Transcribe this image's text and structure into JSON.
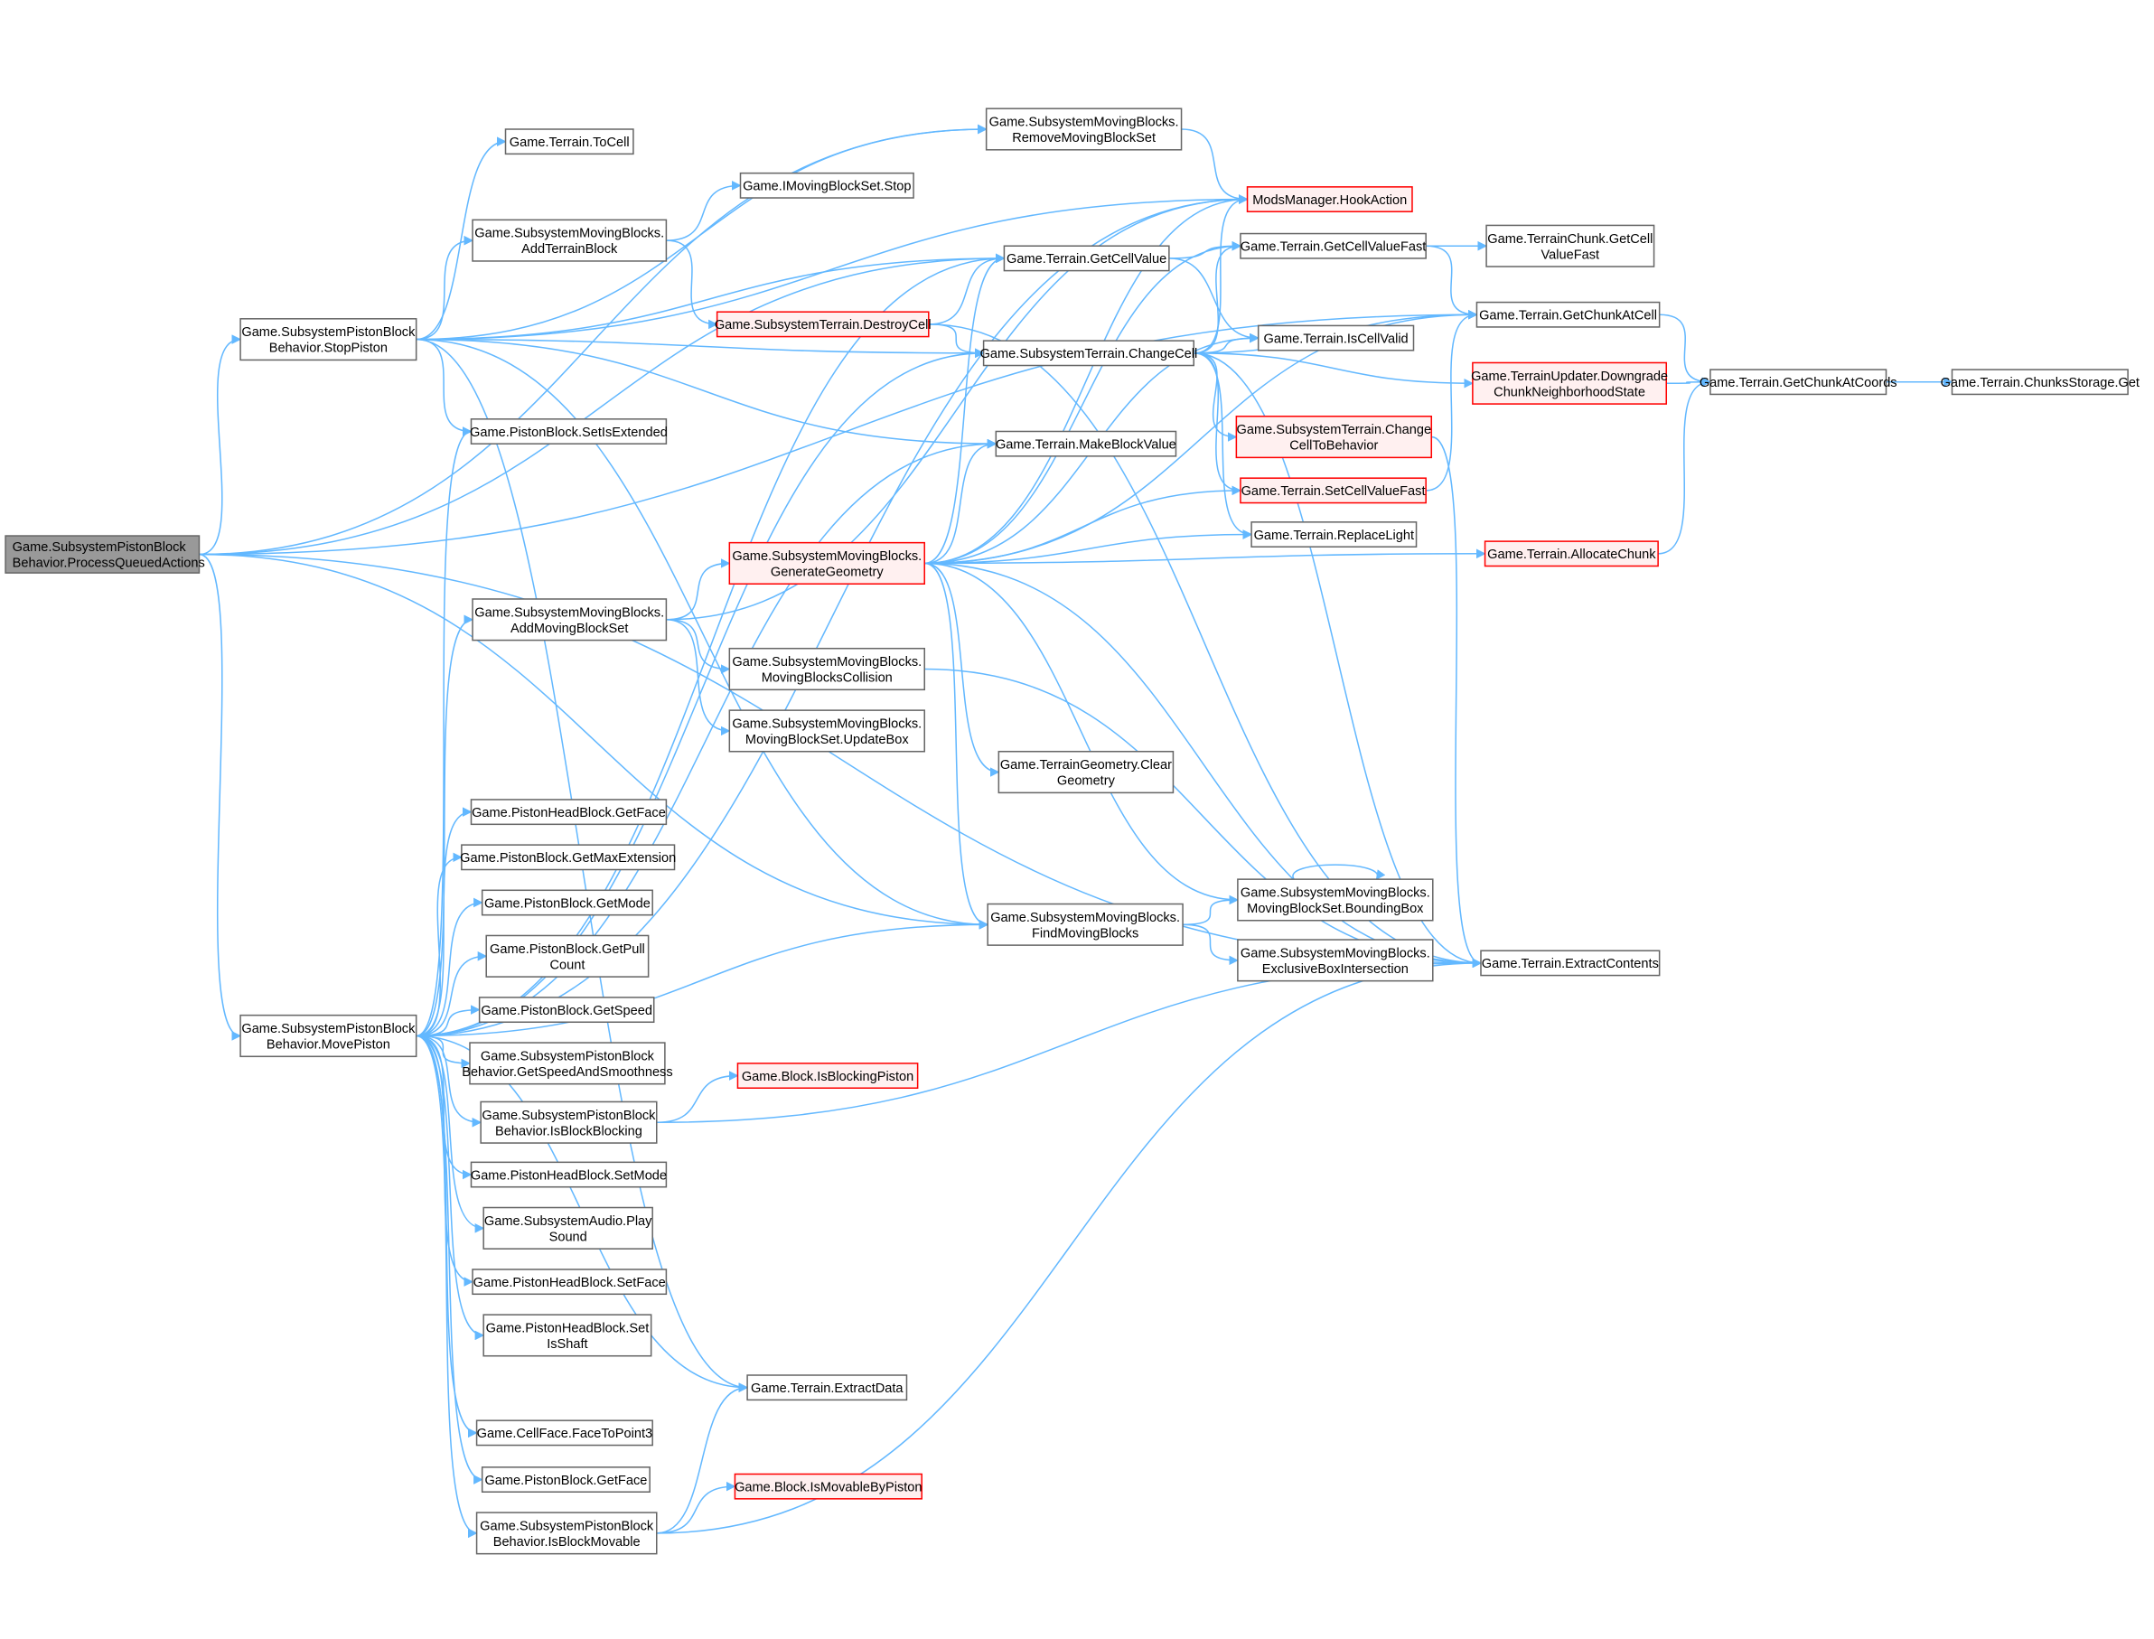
{
  "graph": {
    "title": "Call graph of Game.SubsystemPistonBlockBehavior.ProcessQueuedActions",
    "colors": {
      "edge": "#63b8ff",
      "root_fill": "#999999",
      "root_border": "#666666",
      "node_border": "#666666",
      "red_border": "#ff0000",
      "red_fill": "#fff0f0"
    },
    "nodes": [
      {
        "lines": [
          "Game.SubsystemPistonBlock",
          "Behavior.ProcessQueuedActions"
        ],
        "style": "root"
      },
      {
        "lines": [
          "Game.SubsystemPistonBlock",
          "Behavior.StopPiston"
        ],
        "style": "normal"
      },
      {
        "lines": [
          "Game.SubsystemPistonBlock",
          "Behavior.MovePiston"
        ],
        "style": "normal"
      },
      {
        "lines": [
          "Game.Terrain.ToCell"
        ],
        "style": "normal"
      },
      {
        "lines": [
          "Game.SubsystemMovingBlocks.",
          "AddTerrainBlock"
        ],
        "style": "normal"
      },
      {
        "lines": [
          "Game.PistonBlock.SetIsExtended"
        ],
        "style": "normal"
      },
      {
        "lines": [
          "Game.SubsystemMovingBlocks.",
          "AddMovingBlockSet"
        ],
        "style": "normal"
      },
      {
        "lines": [
          "Game.PistonHeadBlock.GetFace"
        ],
        "style": "normal"
      },
      {
        "lines": [
          "Game.PistonBlock.GetMaxExtension"
        ],
        "style": "normal"
      },
      {
        "lines": [
          "Game.PistonBlock.GetMode"
        ],
        "style": "normal"
      },
      {
        "lines": [
          "Game.PistonBlock.GetPull",
          "Count"
        ],
        "style": "normal"
      },
      {
        "lines": [
          "Game.PistonBlock.GetSpeed"
        ],
        "style": "normal"
      },
      {
        "lines": [
          "Game.SubsystemPistonBlock",
          "Behavior.GetSpeedAndSmoothness"
        ],
        "style": "normal"
      },
      {
        "lines": [
          "Game.SubsystemPistonBlock",
          "Behavior.IsBlockBlocking"
        ],
        "style": "normal"
      },
      {
        "lines": [
          "Game.PistonHeadBlock.SetMode"
        ],
        "style": "normal"
      },
      {
        "lines": [
          "Game.SubsystemAudio.Play",
          "Sound"
        ],
        "style": "normal"
      },
      {
        "lines": [
          "Game.PistonHeadBlock.SetFace"
        ],
        "style": "normal"
      },
      {
        "lines": [
          "Game.PistonHeadBlock.Set",
          "IsShaft"
        ],
        "style": "normal"
      },
      {
        "lines": [
          "Game.Terrain.ExtractData"
        ],
        "style": "normal"
      },
      {
        "lines": [
          "Game.CellFace.FaceToPoint3"
        ],
        "style": "normal"
      },
      {
        "lines": [
          "Game.PistonBlock.GetFace"
        ],
        "style": "normal"
      },
      {
        "lines": [
          "Game.SubsystemPistonBlock",
          "Behavior.IsBlockMovable"
        ],
        "style": "normal"
      },
      {
        "lines": [
          "Game.SubsystemMovingBlocks.",
          "RemoveMovingBlockSet"
        ],
        "style": "normal"
      },
      {
        "lines": [
          "Game.IMovingBlockSet.Stop"
        ],
        "style": "normal"
      },
      {
        "lines": [
          "Game.Terrain.GetCellValue"
        ],
        "style": "normal"
      },
      {
        "lines": [
          "Game.SubsystemTerrain.DestroyCell"
        ],
        "style": "red"
      },
      {
        "lines": [
          "Game.SubsystemMovingBlocks.",
          "GenerateGeometry"
        ],
        "style": "red"
      },
      {
        "lines": [
          "Game.SubsystemMovingBlocks.",
          "MovingBlocksCollision"
        ],
        "style": "normal"
      },
      {
        "lines": [
          "Game.SubsystemMovingBlocks.",
          "MovingBlockSet.UpdateBox"
        ],
        "style": "normal"
      },
      {
        "lines": [
          "Game.Terrain.MakeBlockValue"
        ],
        "style": "normal"
      },
      {
        "lines": [
          "Game.TerrainGeometry.Clear",
          "Geometry"
        ],
        "style": "normal"
      },
      {
        "lines": [
          "Game.SubsystemMovingBlocks.",
          "FindMovingBlocks"
        ],
        "style": "normal"
      },
      {
        "lines": [
          "Game.SubsystemTerrain.ChangeCell"
        ],
        "style": "normal"
      },
      {
        "lines": [
          "ModsManager.HookAction"
        ],
        "style": "red"
      },
      {
        "lines": [
          "Game.Terrain.GetCellValueFast"
        ],
        "style": "normal"
      },
      {
        "lines": [
          "Game.Terrain.IsCellValid"
        ],
        "style": "normal"
      },
      {
        "lines": [
          "Game.SubsystemTerrain.Change",
          "CellToBehavior"
        ],
        "style": "red"
      },
      {
        "lines": [
          "Game.Terrain.SetCellValueFast"
        ],
        "style": "red"
      },
      {
        "lines": [
          "Game.Terrain.ReplaceLight"
        ],
        "style": "normal"
      },
      {
        "lines": [
          "Game.SubsystemMovingBlocks.",
          "MovingBlockSet.BoundingBox"
        ],
        "style": "normal"
      },
      {
        "lines": [
          "Game.SubsystemMovingBlocks.",
          "ExclusiveBoxIntersection"
        ],
        "style": "normal"
      },
      {
        "lines": [
          "Game.Block.IsBlockingPiston"
        ],
        "style": "red"
      },
      {
        "lines": [
          "Game.Block.IsMovableByPiston"
        ],
        "style": "red"
      },
      {
        "lines": [
          "Game.TerrainChunk.GetCell",
          "ValueFast"
        ],
        "style": "normal"
      },
      {
        "lines": [
          "Game.Terrain.GetChunkAtCell"
        ],
        "style": "normal"
      },
      {
        "lines": [
          "Game.TerrainUpdater.Downgrade",
          "ChunkNeighborhoodState"
        ],
        "style": "red"
      },
      {
        "lines": [
          "Game.Terrain.GetChunkAtCoords"
        ],
        "style": "normal"
      },
      {
        "lines": [
          "Game.Terrain.ChunksStorage.Get"
        ],
        "style": "normal"
      },
      {
        "lines": [
          "Game.Terrain.AllocateChunk"
        ],
        "style": "red"
      },
      {
        "lines": [
          "Game.Terrain.ExtractContents"
        ],
        "style": "normal"
      }
    ],
    "edges": [
      [
        0,
        1
      ],
      [
        0,
        2
      ],
      [
        0,
        22
      ],
      [
        0,
        44
      ],
      [
        0,
        24
      ],
      [
        0,
        31
      ],
      [
        0,
        49
      ],
      [
        1,
        3
      ],
      [
        1,
        4
      ],
      [
        1,
        5
      ],
      [
        1,
        24
      ],
      [
        1,
        22
      ],
      [
        1,
        29
      ],
      [
        1,
        32
      ],
      [
        1,
        18
      ],
      [
        1,
        31
      ],
      [
        1,
        33
      ],
      [
        2,
        5
      ],
      [
        2,
        6
      ],
      [
        2,
        7
      ],
      [
        2,
        8
      ],
      [
        2,
        9
      ],
      [
        2,
        10
      ],
      [
        2,
        11
      ],
      [
        2,
        12
      ],
      [
        2,
        13
      ],
      [
        2,
        14
      ],
      [
        2,
        15
      ],
      [
        2,
        16
      ],
      [
        2,
        17
      ],
      [
        2,
        18
      ],
      [
        2,
        19
      ],
      [
        2,
        20
      ],
      [
        2,
        21
      ],
      [
        2,
        24
      ],
      [
        2,
        32
      ],
      [
        2,
        29
      ],
      [
        2,
        33
      ],
      [
        2,
        31
      ],
      [
        4,
        23
      ],
      [
        4,
        25
      ],
      [
        6,
        26
      ],
      [
        6,
        27
      ],
      [
        6,
        28
      ],
      [
        6,
        33
      ],
      [
        25,
        24
      ],
      [
        25,
        32
      ],
      [
        25,
        49
      ],
      [
        26,
        24
      ],
      [
        26,
        34
      ],
      [
        26,
        29
      ],
      [
        26,
        38
      ],
      [
        26,
        37
      ],
      [
        26,
        44
      ],
      [
        26,
        48
      ],
      [
        26,
        30
      ],
      [
        26,
        31
      ],
      [
        26,
        39
      ],
      [
        26,
        49
      ],
      [
        26,
        35
      ],
      [
        26,
        33
      ],
      [
        27,
        49
      ],
      [
        31,
        39
      ],
      [
        31,
        40
      ],
      [
        39,
        39
      ],
      [
        32,
        34
      ],
      [
        32,
        35
      ],
      [
        32,
        36
      ],
      [
        32,
        37
      ],
      [
        32,
        38
      ],
      [
        32,
        44
      ],
      [
        32,
        45
      ],
      [
        32,
        33
      ],
      [
        32,
        49
      ],
      [
        24,
        34
      ],
      [
        24,
        35
      ],
      [
        22,
        33
      ],
      [
        34,
        43
      ],
      [
        34,
        44
      ],
      [
        44,
        46
      ],
      [
        45,
        46
      ],
      [
        46,
        47
      ],
      [
        48,
        46
      ],
      [
        37,
        44
      ],
      [
        36,
        49
      ],
      [
        13,
        41
      ],
      [
        13,
        49
      ],
      [
        21,
        42
      ],
      [
        21,
        18
      ],
      [
        21,
        49
      ]
    ]
  }
}
